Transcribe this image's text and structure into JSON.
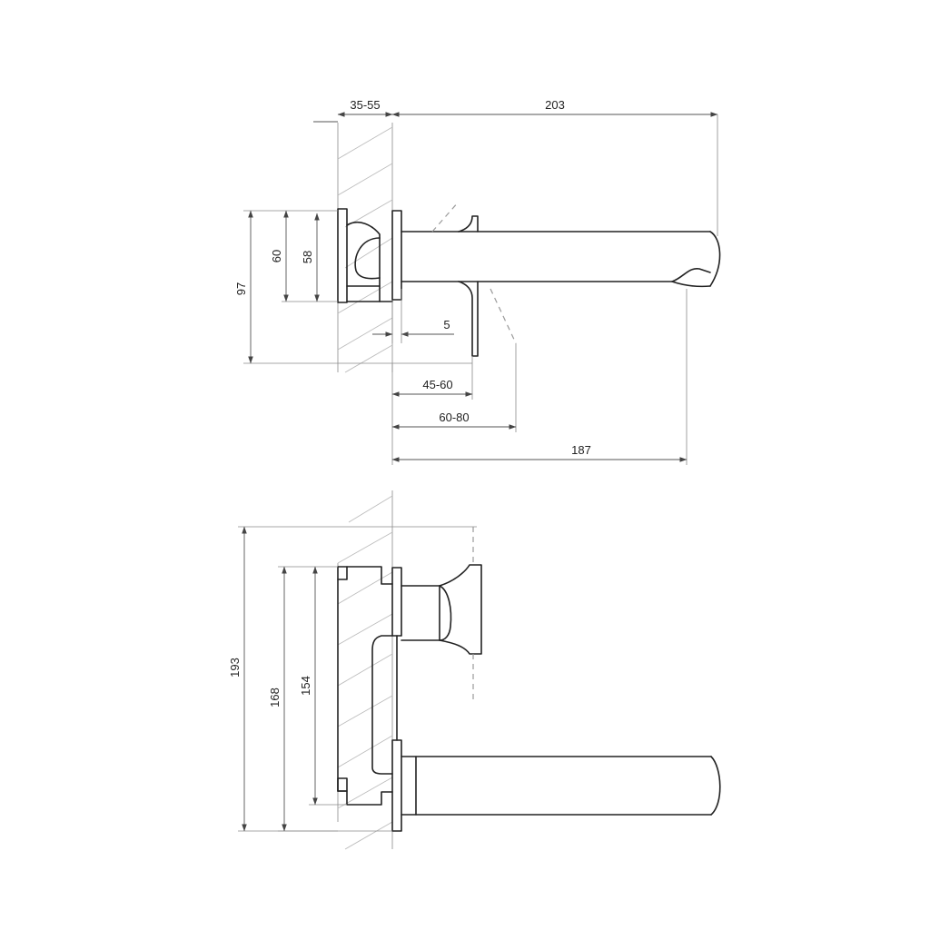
{
  "colors": {
    "outline": "#222222",
    "dimension": "#555555",
    "hatch": "#bdbdbd",
    "background": "#ffffff"
  },
  "top_view": {
    "dims": {
      "wall_depth": "35-55",
      "spout_length": "203",
      "height_overall": "97",
      "plate_height": "60",
      "body_height": "58",
      "gap": "5",
      "lever_offset_1": "45-60",
      "lever_offset_2": "60-80",
      "spout_projection": "187"
    }
  },
  "front_view": {
    "dims": {
      "height_overall": "193",
      "plate_height": "168",
      "body_height": "154"
    }
  }
}
